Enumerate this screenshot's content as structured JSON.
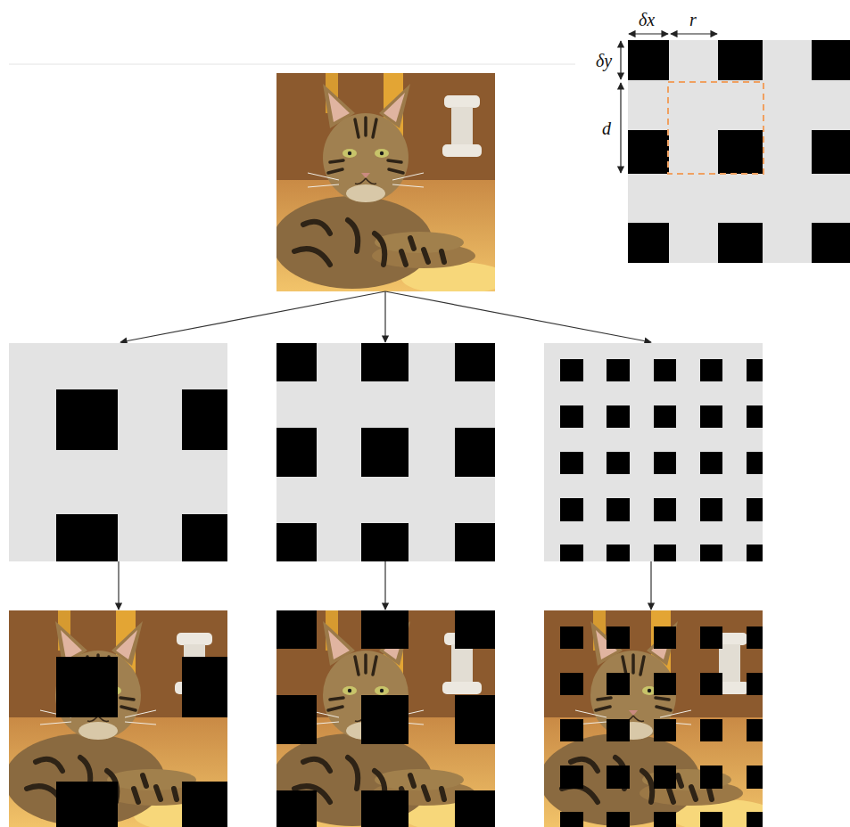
{
  "diagram": {
    "labels": [
      "δx",
      "r",
      "δy",
      "d"
    ]
  }
}
